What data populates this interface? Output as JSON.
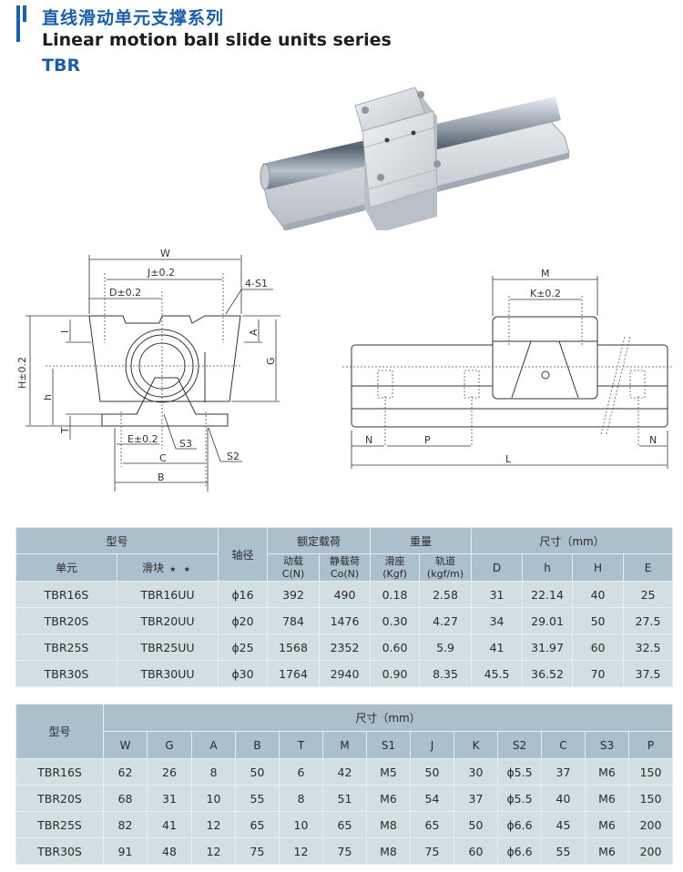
{
  "header": {
    "title_cn": "直线滑动单元支撑系列",
    "title_en": "Linear motion ball slide units series",
    "model": "TBR",
    "accent_color": "#1a5fa8"
  },
  "product_photo": {
    "description": "linear slide unit with aluminum rail support and bearing block"
  },
  "front_view": {
    "labels": {
      "W": "W",
      "J": "J±0.2",
      "D": "D±0.2",
      "S1": "4-S1",
      "I": "I",
      "A": "A",
      "G": "G",
      "H": "H±0.2",
      "h": "h",
      "T": "T",
      "E": "E±0.2",
      "S3": "S3",
      "S2": "S2",
      "C": "C",
      "B": "B"
    }
  },
  "side_view": {
    "labels": {
      "M": "M",
      "K": "K±0.2",
      "N_left": "N",
      "P": "P",
      "N_right": "N",
      "L": "L"
    }
  },
  "table1": {
    "header_color": "#abbfcc",
    "row_color": "#d2dfe2",
    "group_headers": {
      "model": "型号",
      "shaft": "轴径",
      "load": "额定载荷",
      "weight": "重量",
      "dims": "尺寸（mm）"
    },
    "sub_headers": {
      "unit": "单元",
      "block": "滑块",
      "block_marks": "★ ★",
      "dynamic_1": "动载",
      "dynamic_2": "C(N)",
      "static_1": "静载荷",
      "static_2": "Co(N)",
      "seat_1": "滑座",
      "seat_2": "(Kgf)",
      "rail_1": "轨道",
      "rail_2": "(kgf/m)",
      "D": "D",
      "h": "h",
      "H": "H",
      "E": "E"
    },
    "rows": [
      {
        "unit": "TBR16S",
        "block": "TBR16UU",
        "shaft": "ɸ16",
        "c": "392",
        "co": "490",
        "seat": "0.18",
        "rail": "2.58",
        "D": "31",
        "h": "22.14",
        "H": "40",
        "E": "25"
      },
      {
        "unit": "TBR20S",
        "block": "TBR20UU",
        "shaft": "ɸ20",
        "c": "784",
        "co": "1476",
        "seat": "0.30",
        "rail": "4.27",
        "D": "34",
        "h": "29.01",
        "H": "50",
        "E": "27.5"
      },
      {
        "unit": "TBR25S",
        "block": "TBR25UU",
        "shaft": "ɸ25",
        "c": "1568",
        "co": "2352",
        "seat": "0.60",
        "rail": "5.9",
        "D": "41",
        "h": "31.97",
        "H": "60",
        "E": "32.5"
      },
      {
        "unit": "TBR30S",
        "block": "TBR30UU",
        "shaft": "ɸ30",
        "c": "1764",
        "co": "2940",
        "seat": "0.90",
        "rail": "8.35",
        "D": "45.5",
        "h": "36.52",
        "H": "70",
        "E": "37.5"
      }
    ]
  },
  "table2": {
    "group_headers": {
      "model": "型号",
      "dims": "尺寸（mm）"
    },
    "columns": [
      "W",
      "G",
      "A",
      "B",
      "T",
      "M",
      "S1",
      "J",
      "K",
      "S2",
      "C",
      "S3",
      "P"
    ],
    "rows": [
      {
        "model": "TBR16S",
        "W": "62",
        "G": "26",
        "A": "8",
        "B": "50",
        "T": "6",
        "M": "42",
        "S1": "M5",
        "J": "50",
        "K": "30",
        "S2": "ɸ5.5",
        "C": "37",
        "S3": "M6",
        "P": "150"
      },
      {
        "model": "TBR20S",
        "W": "68",
        "G": "31",
        "A": "10",
        "B": "55",
        "T": "8",
        "M": "51",
        "S1": "M6",
        "J": "54",
        "K": "37",
        "S2": "ɸ5.5",
        "C": "40",
        "S3": "M6",
        "P": "150"
      },
      {
        "model": "TBR25S",
        "W": "82",
        "G": "41",
        "A": "12",
        "B": "65",
        "T": "10",
        "M": "65",
        "S1": "M8",
        "J": "65",
        "K": "50",
        "S2": "ɸ6.6",
        "C": "45",
        "S3": "M6",
        "P": "200"
      },
      {
        "model": "TBR30S",
        "W": "91",
        "G": "48",
        "A": "12",
        "B": "75",
        "T": "12",
        "M": "75",
        "S1": "M8",
        "J": "75",
        "K": "60",
        "S2": "ɸ6.6",
        "C": "55",
        "S3": "M6",
        "P": "200"
      }
    ]
  }
}
